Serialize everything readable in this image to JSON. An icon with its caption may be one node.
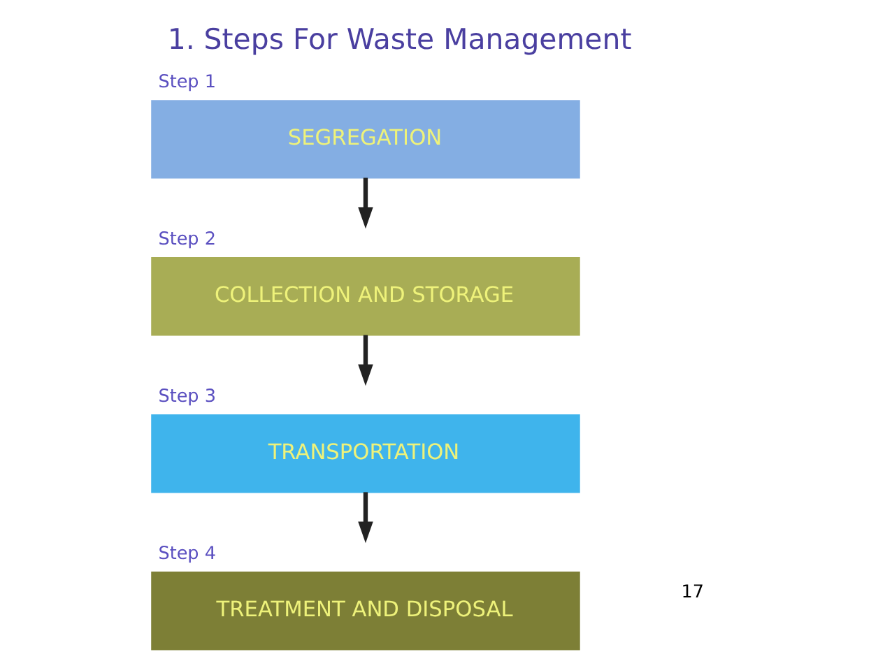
{
  "diagram": {
    "title": "1. Steps For Waste Management",
    "nodes": [
      {
        "text": [
          "Step 1",
          "SEGREGATION"
        ]
      },
      {
        "text": [
          "Step 2",
          "COLLECTION AND STORAGE"
        ]
      },
      {
        "text": [
          "Step 3",
          "TRANSPORTATION"
        ]
      },
      {
        "text": [
          "Step 4",
          "TREATMENT AND DISPOSAL"
        ]
      }
    ],
    "edges": [
      {
        "from": 0,
        "to": 1,
        "arrow": "to"
      },
      {
        "from": 1,
        "to": 2,
        "arrow": "to"
      },
      {
        "from": 2,
        "to": 3,
        "arrow": "to"
      }
    ],
    "labels": [
      "17"
    ]
  }
}
